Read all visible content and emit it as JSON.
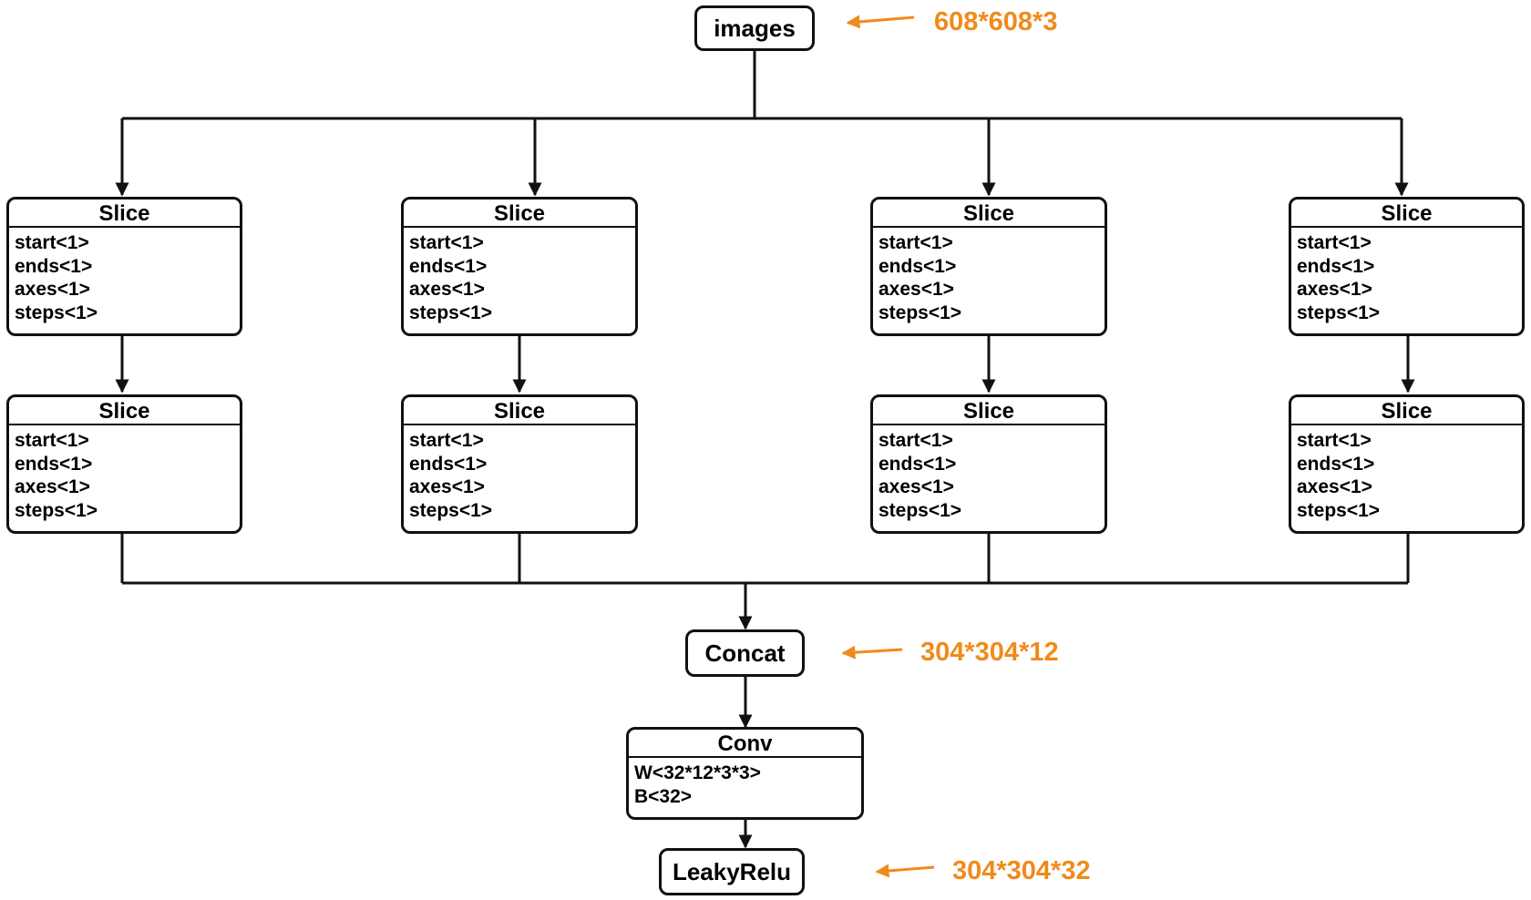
{
  "input": {
    "label": "images",
    "shape": "608*608*3"
  },
  "columns": [
    {
      "slices": [
        {
          "title": "Slice",
          "attrs": [
            "start<1>",
            "ends<1>",
            "axes<1>",
            "steps<1>"
          ]
        },
        {
          "title": "Slice",
          "attrs": [
            "start<1>",
            "ends<1>",
            "axes<1>",
            "steps<1>"
          ]
        }
      ]
    },
    {
      "slices": [
        {
          "title": "Slice",
          "attrs": [
            "start<1>",
            "ends<1>",
            "axes<1>",
            "steps<1>"
          ]
        },
        {
          "title": "Slice",
          "attrs": [
            "start<1>",
            "ends<1>",
            "axes<1>",
            "steps<1>"
          ]
        }
      ]
    },
    {
      "slices": [
        {
          "title": "Slice",
          "attrs": [
            "start<1>",
            "ends<1>",
            "axes<1>",
            "steps<1>"
          ]
        },
        {
          "title": "Slice",
          "attrs": [
            "start<1>",
            "ends<1>",
            "axes<1>",
            "steps<1>"
          ]
        }
      ]
    },
    {
      "slices": [
        {
          "title": "Slice",
          "attrs": [
            "start<1>",
            "ends<1>",
            "axes<1>",
            "steps<1>"
          ]
        },
        {
          "title": "Slice",
          "attrs": [
            "start<1>",
            "ends<1>",
            "axes<1>",
            "steps<1>"
          ]
        }
      ]
    }
  ],
  "concat": {
    "label": "Concat",
    "shape": "304*304*12"
  },
  "conv": {
    "title": "Conv",
    "attrs": [
      "W<32*12*3*3>",
      "B<32>"
    ]
  },
  "activation": {
    "label": "LeakyRelu",
    "shape": "304*304*32"
  },
  "colors": {
    "line": "#111111",
    "annotation": "#f08a1c"
  }
}
